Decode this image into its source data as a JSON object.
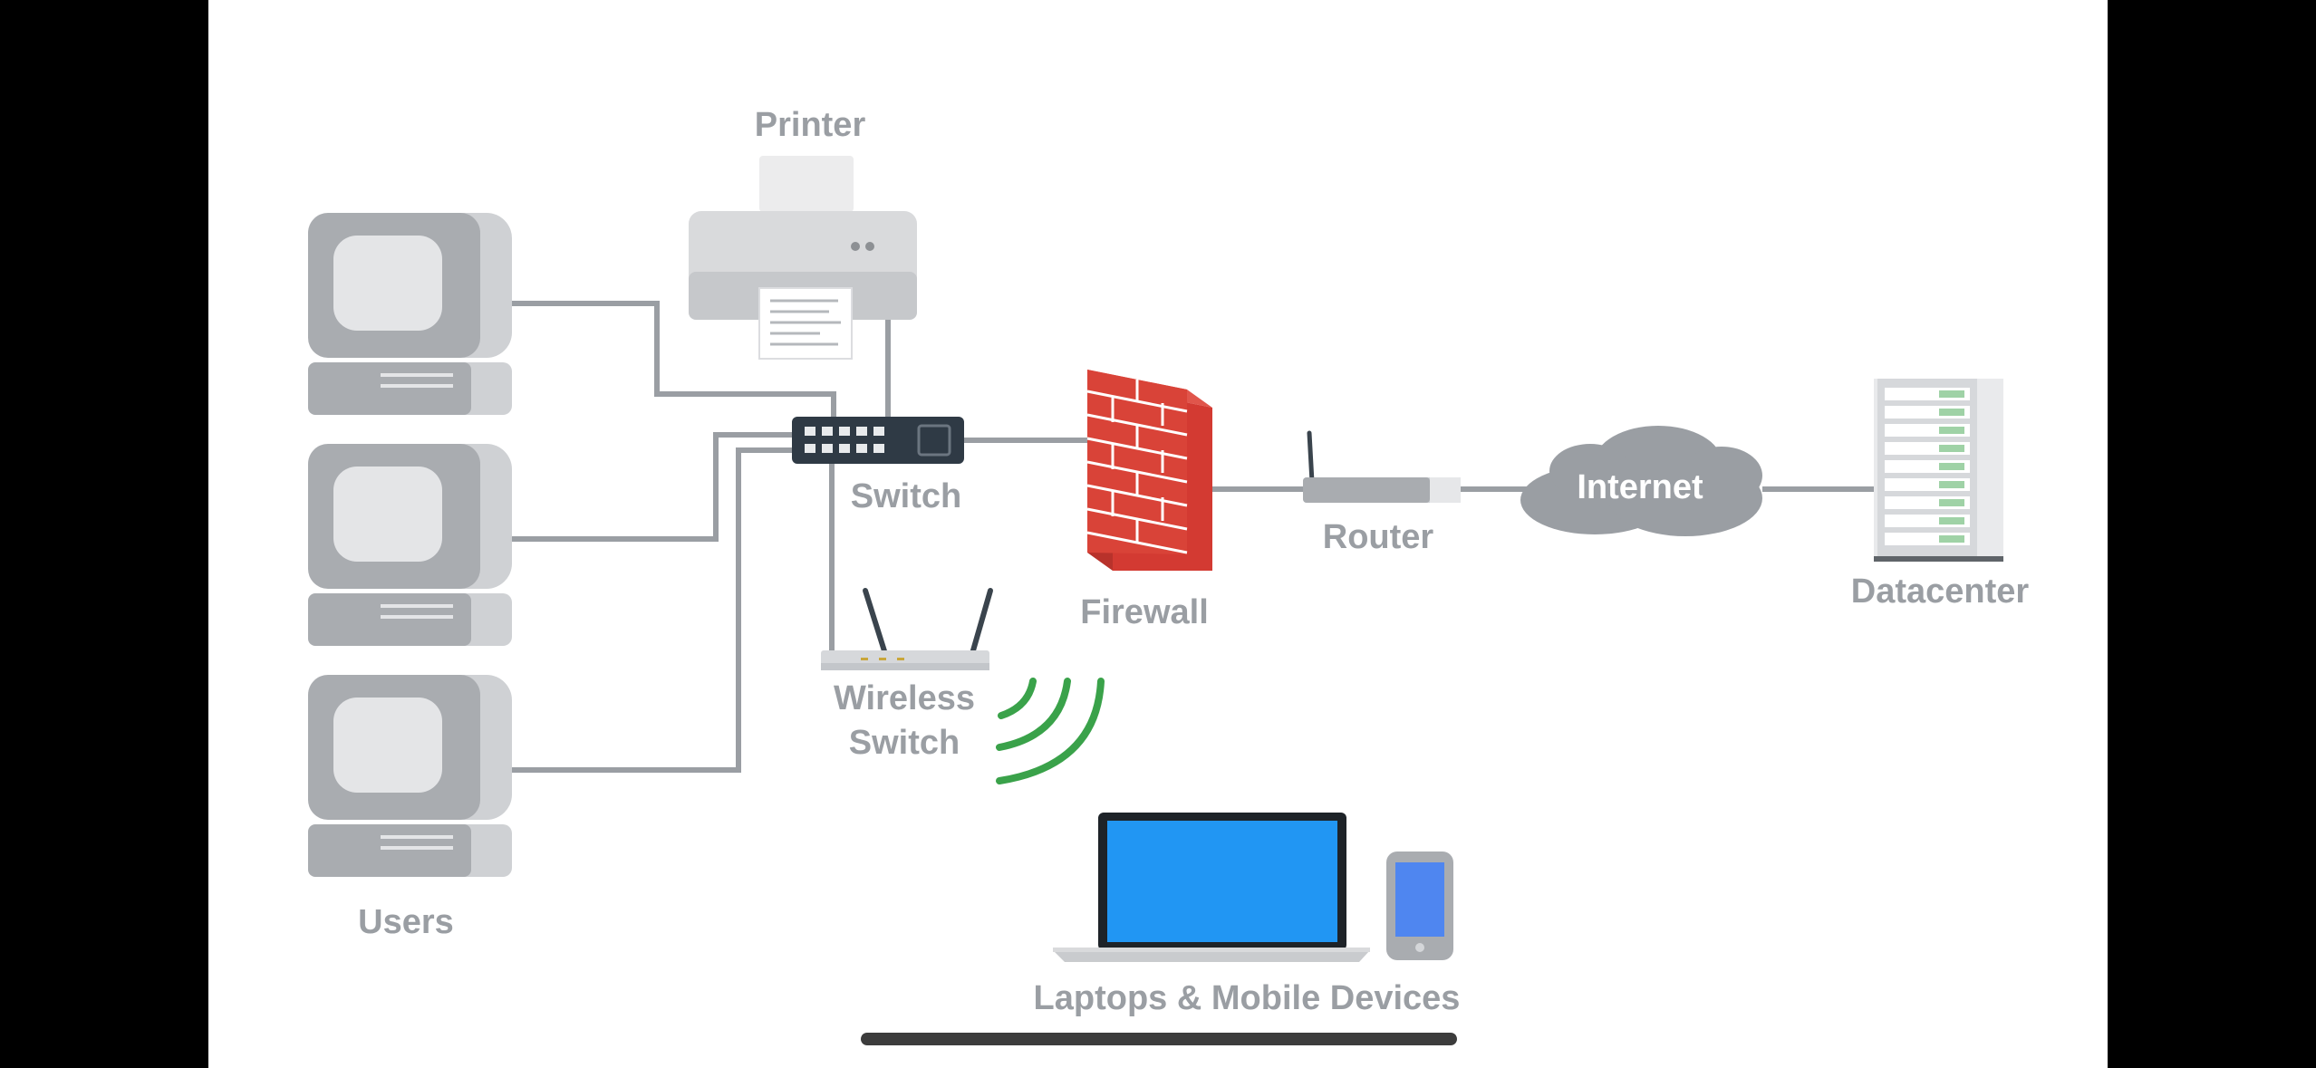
{
  "diagram": {
    "labels": {
      "printer": "Printer",
      "switch": "Switch",
      "firewall": "Firewall",
      "router": "Router",
      "internet": "Internet",
      "datacenter": "Datacenter",
      "wireless_line1": "Wireless",
      "wireless_line2": "Switch",
      "users": "Users",
      "devices": "Laptops & Mobile Devices"
    },
    "colors": {
      "background": "#ffffff",
      "letterbox": "#000000",
      "cable": "#9a9ea3",
      "device_gray": "#a9acb0",
      "firewall_red": "#d33a32",
      "wifi_green": "#3aa24a",
      "screen_blue": "#2196f3",
      "switch_dark": "#2f3a45"
    },
    "icons": [
      "computer-icon",
      "printer-icon",
      "switch-icon",
      "firewall-icon",
      "router-icon",
      "cloud-icon",
      "server-rack-icon",
      "wireless-router-icon",
      "wifi-signal-icon",
      "laptop-icon",
      "phone-icon"
    ]
  }
}
